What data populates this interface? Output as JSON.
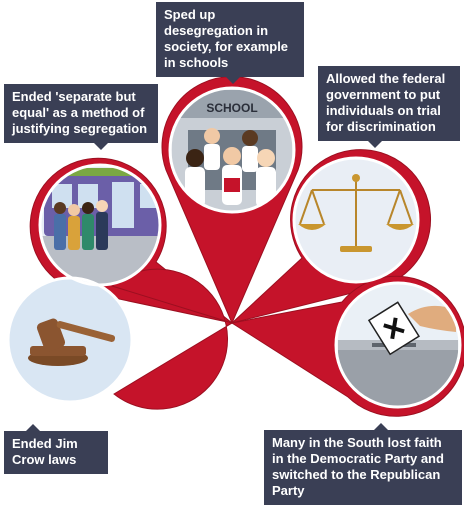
{
  "labels": {
    "schools": "Sped up desegregation in society, for example in schools",
    "separate": "Ended 'separate but equal' as a method of justifying segregation",
    "federal": "Allowed the federal government to put individuals on trial for discrimination",
    "jim_crow": "Ended Jim Crow laws",
    "south": "Many in the South lost faith in the Democratic Party and switched to the Republican Party"
  },
  "school_sign": "SCHOOL",
  "colors": {
    "petal": "#c5132a",
    "petal_dark": "#9c0f20",
    "label_bg": "#3a3f55",
    "label_text": "#ffffff",
    "circle_bg": "#e8eef6"
  }
}
